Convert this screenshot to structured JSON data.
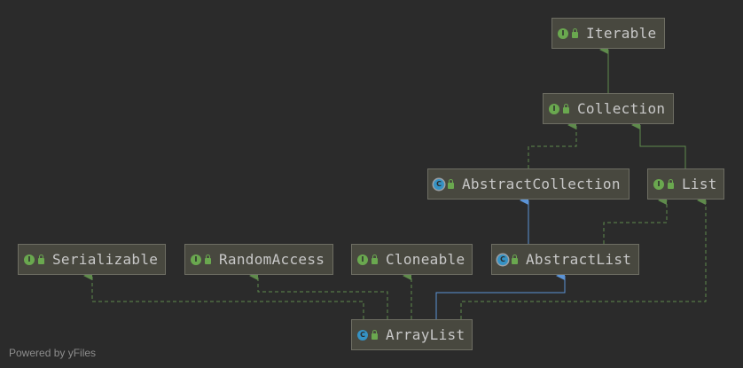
{
  "diagram": {
    "nodes": {
      "iterable": {
        "label": "Iterable",
        "kind": "interface",
        "kind_letter": "I"
      },
      "collection": {
        "label": "Collection",
        "kind": "interface",
        "kind_letter": "I"
      },
      "abstract_collection": {
        "label": "AbstractCollection",
        "kind": "abstract-class",
        "kind_letter": "C"
      },
      "list": {
        "label": "List",
        "kind": "interface",
        "kind_letter": "I"
      },
      "serializable": {
        "label": "Serializable",
        "kind": "interface",
        "kind_letter": "I"
      },
      "random_access": {
        "label": "RandomAccess",
        "kind": "interface",
        "kind_letter": "I"
      },
      "cloneable": {
        "label": "Cloneable",
        "kind": "interface",
        "kind_letter": "I"
      },
      "abstract_list": {
        "label": "AbstractList",
        "kind": "abstract-class",
        "kind_letter": "C"
      },
      "array_list": {
        "label": "ArrayList",
        "kind": "class",
        "kind_letter": "C"
      }
    },
    "colors": {
      "interface_edge": "#5f8b4c",
      "extends_edge": "#5b93d6"
    },
    "footer": "Powered by yFiles"
  }
}
